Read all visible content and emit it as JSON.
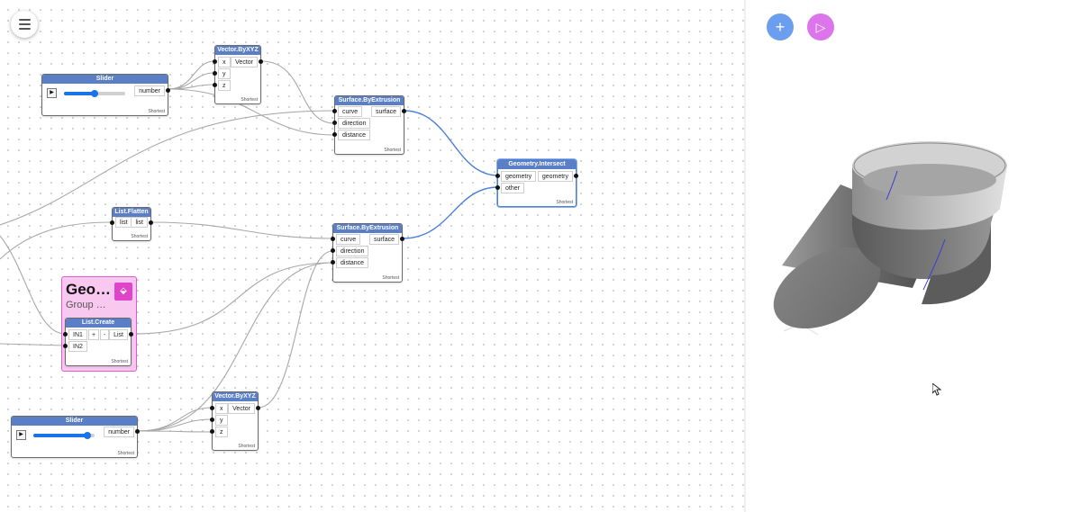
{
  "toolbar": {
    "menu_icon": "hamburger-menu-icon",
    "add_icon": "plus-icon",
    "add_glyph": "+",
    "run_icon": "play-outline-icon",
    "run_glyph": "▷",
    "add_color": "#6c9eef",
    "run_color": "#dc74ec"
  },
  "colors": {
    "node_header": "#5b7fc7",
    "wire_default": "#a8a8a8",
    "wire_active": "#4b7fd8",
    "group_fill": "#f9c8f0",
    "group_border": "#e05ccd"
  },
  "nodes": {
    "slider1": {
      "title": "Slider",
      "output": "number",
      "lacing": "Shortest",
      "play_glyph": "▶",
      "value": 0.5
    },
    "slider2": {
      "title": "Slider",
      "output": "number",
      "lacing": "Shortest",
      "play_glyph": "▶",
      "value": 0.88
    },
    "vector1": {
      "title": "Vector.ByXYZ",
      "inputs": [
        "x",
        "y",
        "z"
      ],
      "output": "Vector",
      "lacing": "Shortest"
    },
    "vector2": {
      "title": "Vector.ByXYZ",
      "inputs": [
        "x",
        "y",
        "z"
      ],
      "output": "Vector",
      "lacing": "Shortest"
    },
    "extrude1": {
      "title": "Surface.ByExtrusion",
      "inputs": [
        "curve",
        "direction",
        "distance"
      ],
      "output": "surface",
      "lacing": "Shortest"
    },
    "extrude2": {
      "title": "Surface.ByExtrusion",
      "inputs": [
        "curve",
        "direction",
        "distance"
      ],
      "output": "surface",
      "lacing": "Shortest"
    },
    "intersect": {
      "title": "Geometry.Intersect",
      "inputs": [
        "geometry",
        "other"
      ],
      "output": "geometry",
      "lacing": "Shortest"
    },
    "flatten": {
      "title": "List.Flatten",
      "input": "list",
      "output": "list",
      "lacing": "Shortest"
    },
    "listcreate": {
      "title": "List.Create",
      "inputs": [
        "IN1",
        "IN2"
      ],
      "add_label": "+",
      "remove_label": "-",
      "output": "List",
      "lacing": "Shortest"
    }
  },
  "group": {
    "title": "Geo…",
    "subtitle": "Group …",
    "icon": "paint-bucket-icon",
    "icon_glyph": "⬙"
  },
  "viewport": {
    "cursor_icon": "mouse-pointer-icon"
  }
}
